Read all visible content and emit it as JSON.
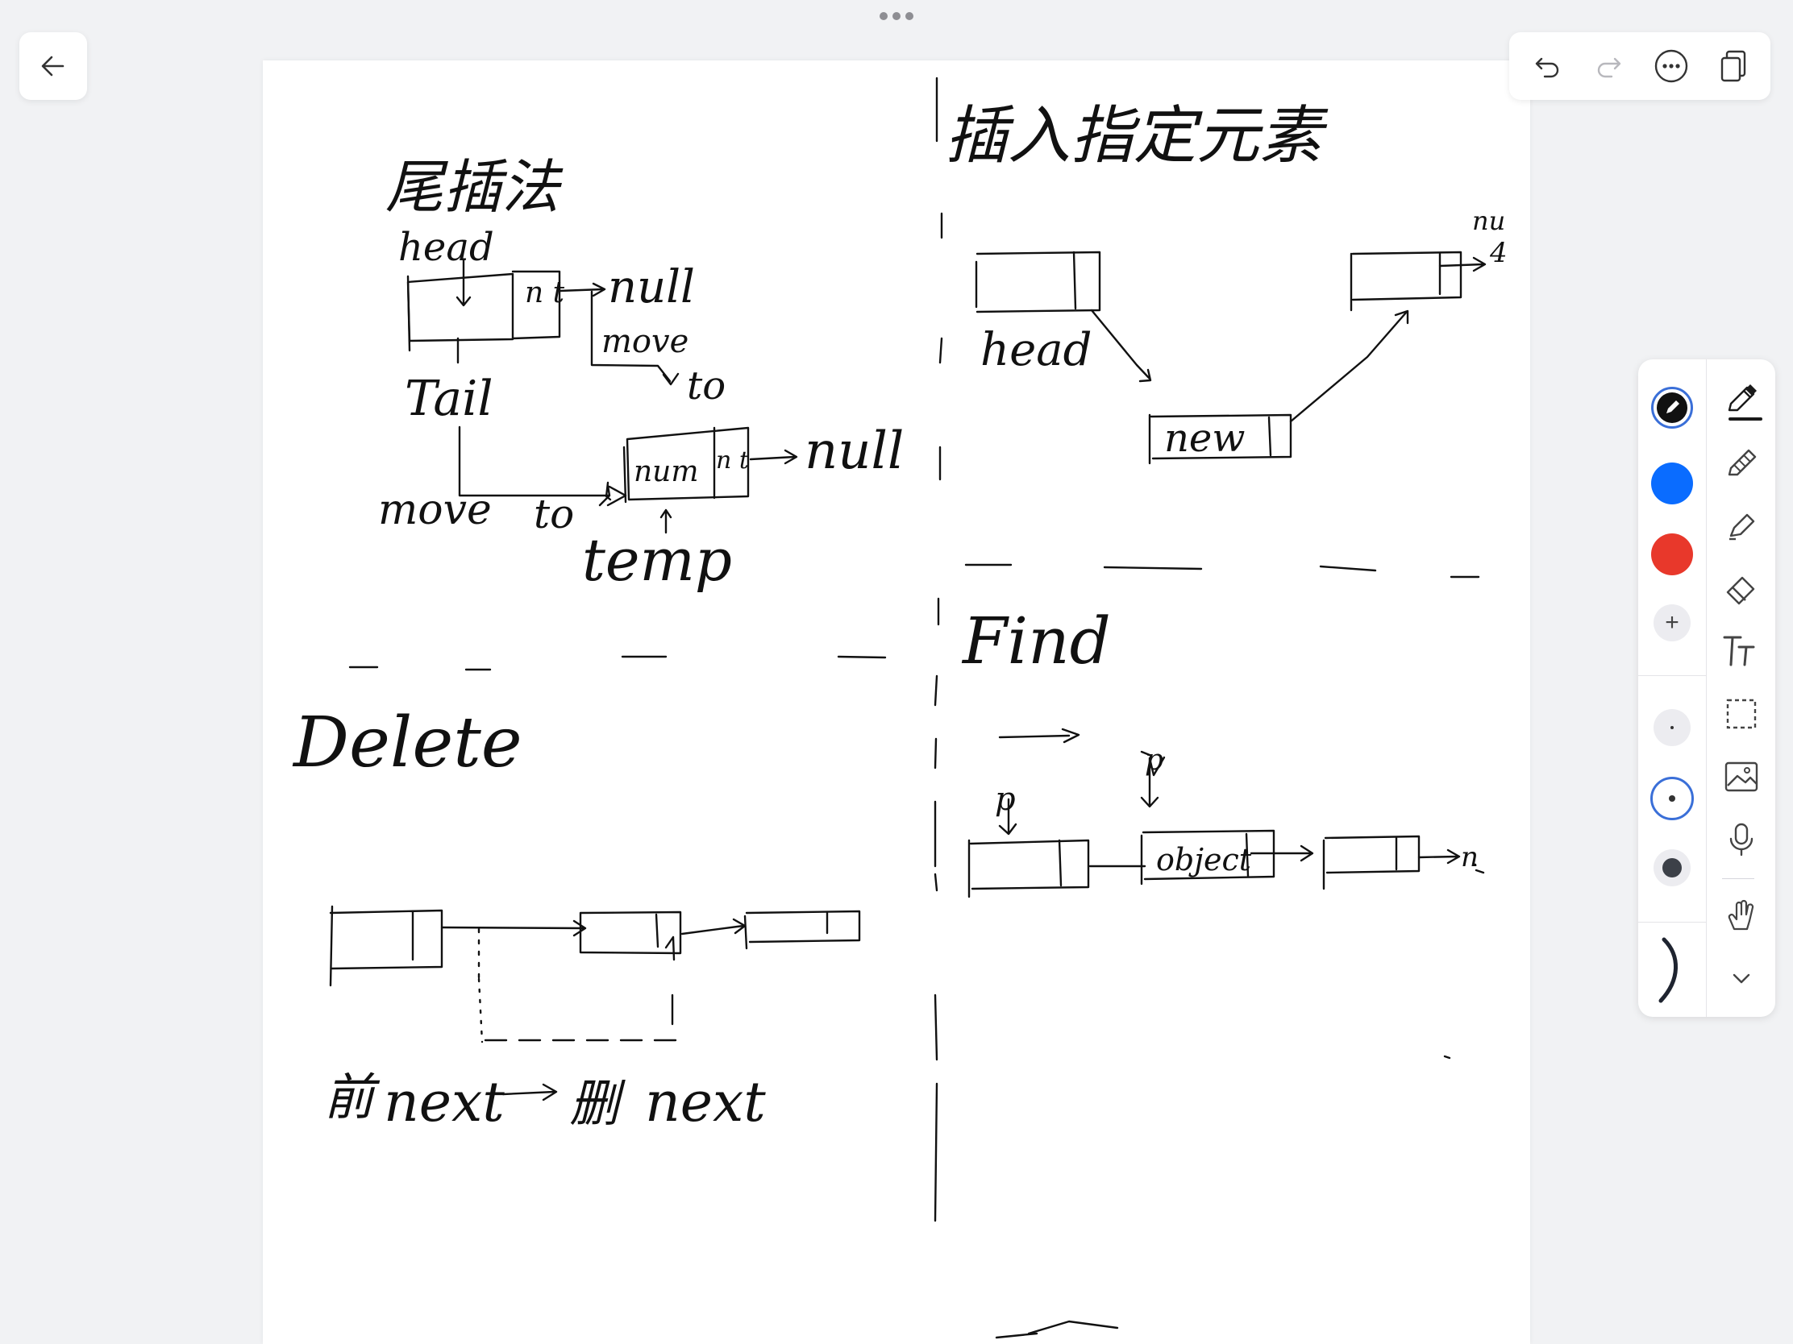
{
  "app": {
    "name": "Handwritten notes canvas"
  },
  "colors": {
    "black": "#111111",
    "blue": "#0a6cff",
    "red": "#e8382b",
    "selection_ring": "#3a6fd8"
  },
  "toolbar": {
    "back_icon": "arrow-left-icon",
    "undo_icon": "undo-icon",
    "redo_icon": "redo-icon",
    "more_icon": "more-icon",
    "pages_icon": "pages-icon"
  },
  "palette": {
    "selected_color": "black",
    "colors": [
      "#111111",
      "#0a6cff",
      "#e8382b"
    ],
    "add_color_label": "+",
    "stroke_sizes": [
      "small",
      "medium",
      "large"
    ],
    "selected_size": "medium",
    "tools": [
      "pen",
      "pencil",
      "highlighter",
      "eraser",
      "text",
      "lasso",
      "image",
      "microphone",
      "hand"
    ],
    "selected_tool": "pen"
  },
  "notes": {
    "section_tail_insert": {
      "title": "尾插法",
      "head": "head",
      "next1": "n t",
      "null1": "null",
      "move1": "move",
      "to1": "to",
      "tail": "Tail",
      "num": "num",
      "next2": "n t",
      "null2": "null",
      "move2": "move",
      "to2": "to",
      "temp": "temp"
    },
    "section_insert": {
      "title": "插入指定元素",
      "head": "head",
      "new": "new",
      "nu": "nu",
      "four": "4"
    },
    "section_delete": {
      "title": "Delete",
      "formula_prefix": "前",
      "formula_next1": "next",
      "formula_mid": "删",
      "formula_next2": "next"
    },
    "section_find": {
      "title": "Find",
      "p1": "p",
      "p2": "p",
      "object": "object",
      "n": "n"
    }
  }
}
